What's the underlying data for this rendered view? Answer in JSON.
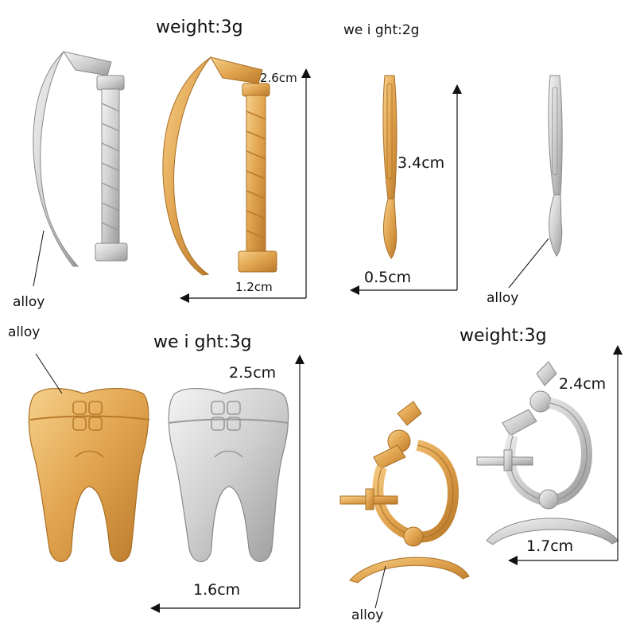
{
  "weights": {
    "laryngoscope": "weight:3g",
    "scalpel": "we i ght:2g",
    "tooth": "we i ght:3g",
    "microscope": "weight:3g"
  },
  "dimensions": {
    "laryngoscope_height": "2.6cm",
    "laryngoscope_width": "1.2cm",
    "scalpel_height": "3.4cm",
    "scalpel_width": "0.5cm",
    "tooth_height": "2.5cm",
    "tooth_width": "1.6cm",
    "microscope_height": "2.4cm",
    "microscope_width": "1.7cm"
  },
  "material_labels": {
    "laryngoscope": "alloy",
    "scalpel": "alloy",
    "tooth": "alloy",
    "microscope": "alloy"
  },
  "colors": {
    "gold": "#e0a34e",
    "gold_dark": "#b97a2a",
    "silver": "#d7d7d7",
    "silver_dark": "#9a9a9a"
  }
}
